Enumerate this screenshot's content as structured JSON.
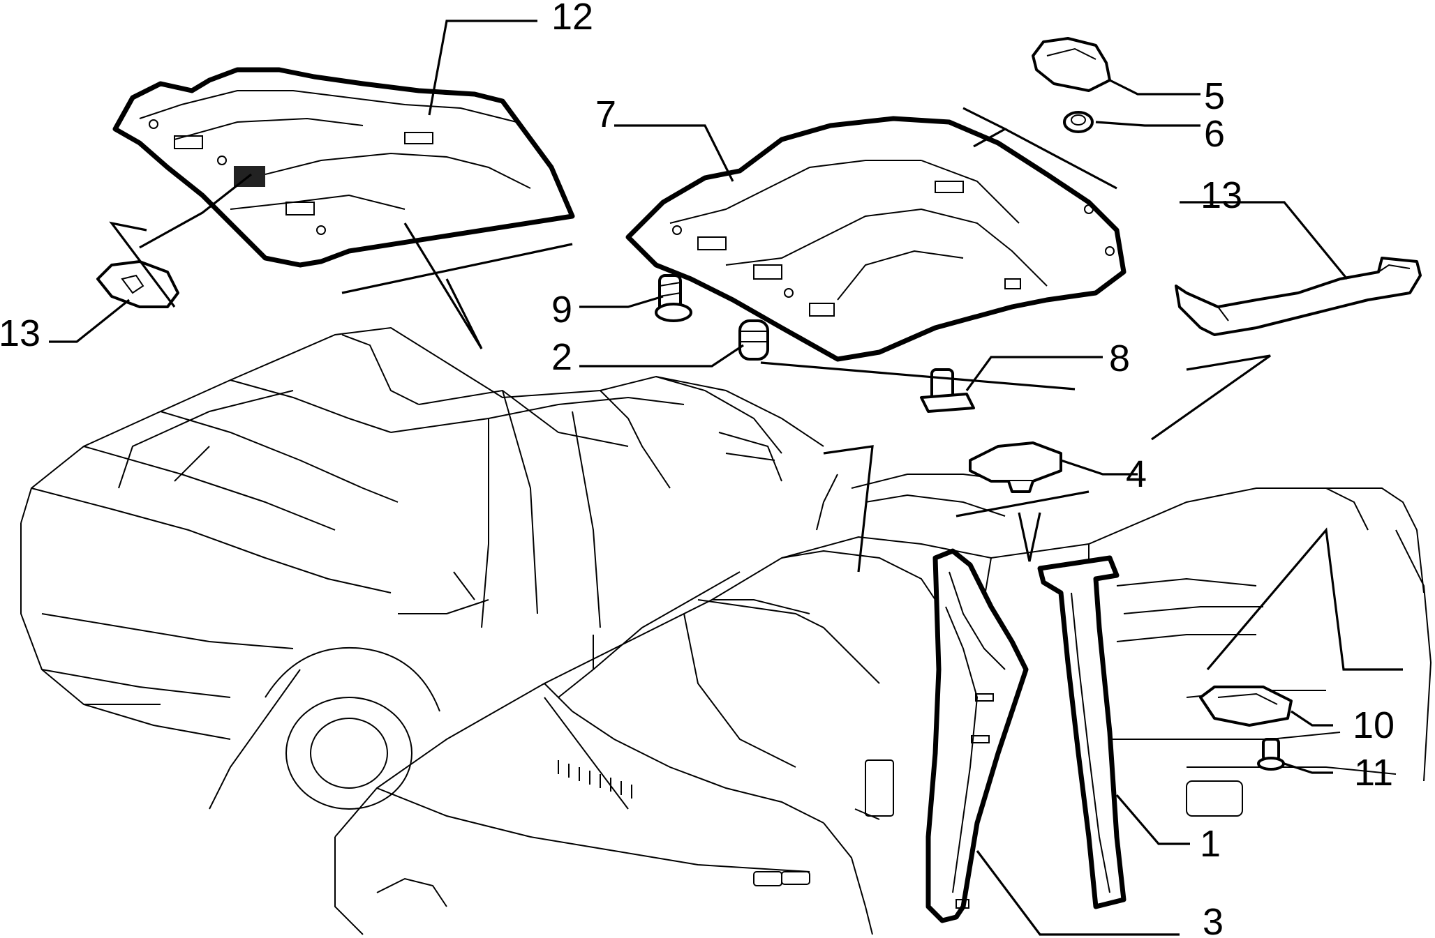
{
  "diagram": {
    "callouts": [
      {
        "id": "c12",
        "label": "12"
      },
      {
        "id": "c7",
        "label": "7"
      },
      {
        "id": "c5",
        "label": "5"
      },
      {
        "id": "c6",
        "label": "6"
      },
      {
        "id": "c13r",
        "label": "13"
      },
      {
        "id": "c13l",
        "label": "13"
      },
      {
        "id": "c9",
        "label": "9"
      },
      {
        "id": "c2",
        "label": "2"
      },
      {
        "id": "c8",
        "label": "8"
      },
      {
        "id": "c4",
        "label": "4"
      },
      {
        "id": "c10",
        "label": "10"
      },
      {
        "id": "c11",
        "label": "11"
      },
      {
        "id": "c1",
        "label": "1"
      },
      {
        "id": "c3",
        "label": "3"
      }
    ],
    "colors": {
      "ink": "#000000",
      "paper": "#ffffff"
    }
  }
}
